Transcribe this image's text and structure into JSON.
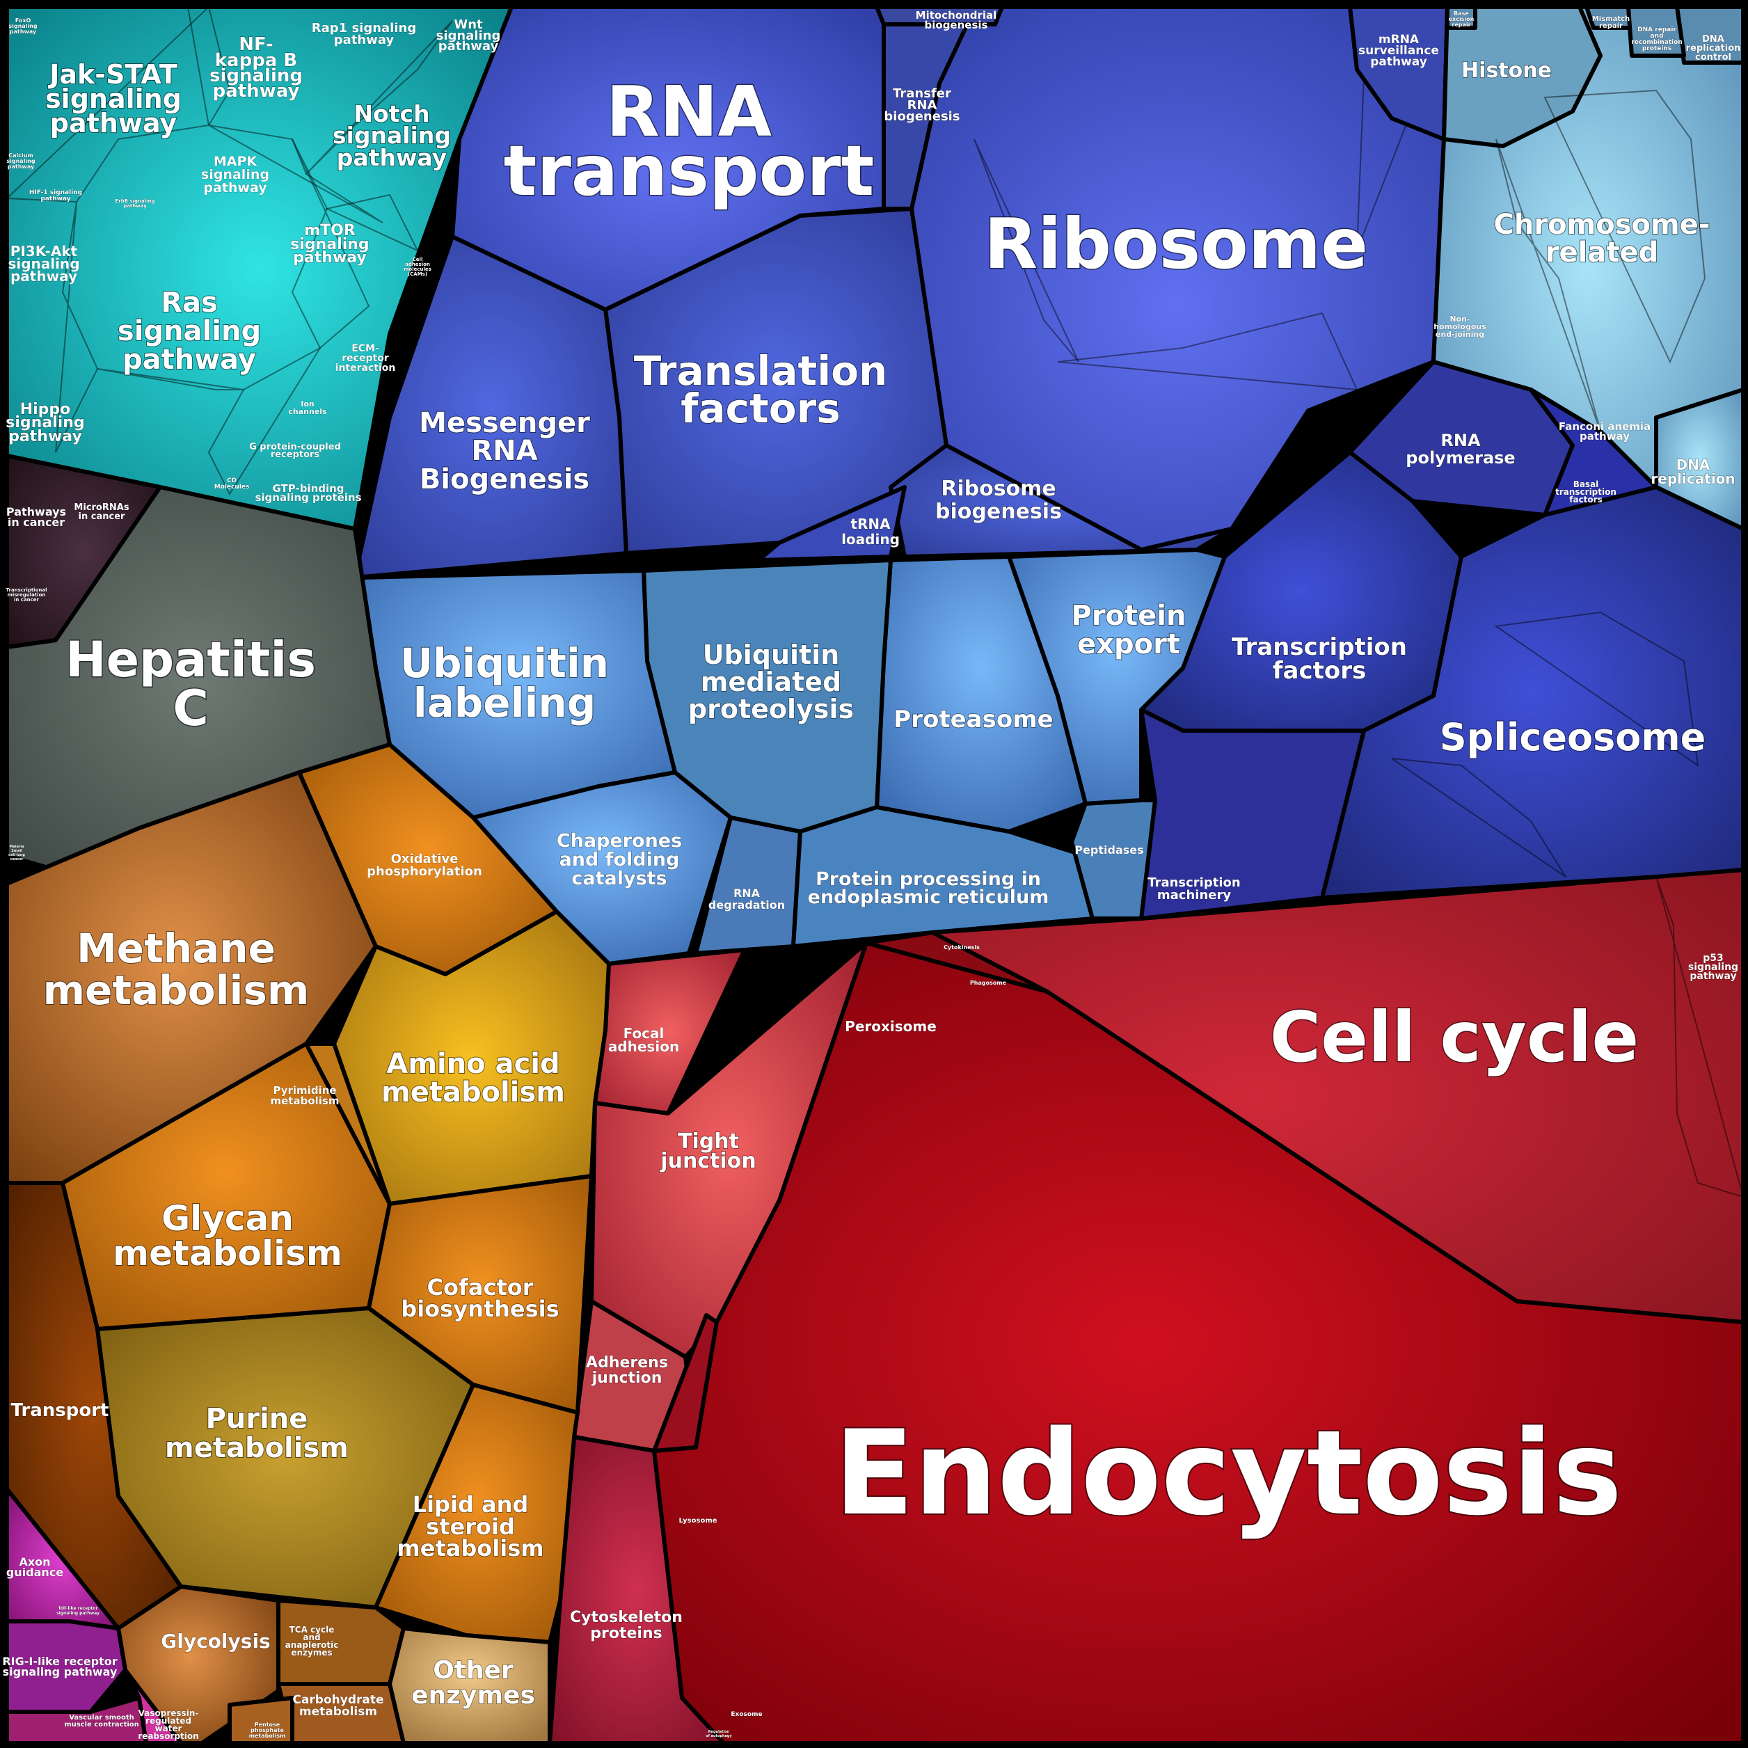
{
  "labels": {
    "endocytosis": "Endocytosis",
    "cell_cycle": "Cell cycle",
    "ribosome": "Ribosome",
    "rna_transport": [
      "RNA",
      "transport"
    ],
    "translation_factors": [
      "Translation",
      "factors"
    ],
    "messenger_rna": [
      "Messenger",
      "RNA",
      "Biogenesis"
    ],
    "ribosome_biogenesis": [
      "Ribosome",
      "biogenesis"
    ],
    "trna_loading": [
      "tRNA",
      "loading"
    ],
    "transfer_rna": [
      "Transfer",
      "RNA",
      "biogenesis"
    ],
    "mitochondrial_biogenesis": [
      "Mitochondrial",
      "biogenesis"
    ],
    "mrna_surveillance": [
      "mRNA",
      "surveillance",
      "pathway"
    ],
    "histone": "Histone",
    "chromosome_related": [
      "Chromosome-",
      "related"
    ],
    "fanconi": [
      "Fanconi anemia",
      "pathway"
    ],
    "dna_replication": [
      "DNA",
      "replication"
    ],
    "dna_replication_control": [
      "DNA",
      "replication",
      "control"
    ],
    "mismatch_repair": [
      "Mismatch",
      "repair"
    ],
    "dna_repair": [
      "DNA repair",
      "and",
      "recombination",
      "proteins"
    ],
    "base_excision": [
      "Base",
      "excision",
      "repair"
    ],
    "non_homologous": [
      "Non-",
      "homologous",
      "end-joining"
    ],
    "rna_polymerase": [
      "RNA",
      "polymerase"
    ],
    "basal_tf": [
      "Basal",
      "transcription",
      "factors"
    ],
    "transcription_factors": [
      "Transcription",
      "factors"
    ],
    "spliceosome": "Spliceosome",
    "transcription_machinery": [
      "Transcription",
      "machinery"
    ],
    "protein_export": [
      "Protein",
      "export"
    ],
    "proteasome": "Proteasome",
    "ubiquitin_mediated": [
      "Ubiquitin",
      "mediated",
      "proteolysis"
    ],
    "ubiquitin_labeling": [
      "Ubiquitin",
      "labeling"
    ],
    "chaperones": [
      "Chaperones",
      "and folding",
      "catalysts"
    ],
    "rna_degradation": [
      "RNA",
      "degradation"
    ],
    "protein_processing": [
      "Protein processing in",
      "endoplasmic reticulum"
    ],
    "peptidases": "Peptidases",
    "jak_stat": [
      "Jak-STAT",
      "signaling",
      "pathway"
    ],
    "nfkb": [
      "NF-",
      "kappa B",
      "signaling",
      "pathway"
    ],
    "rap1": [
      "Rap1 signaling",
      "pathway"
    ],
    "wnt": [
      "Wnt",
      "signaling",
      "pathway"
    ],
    "notch": [
      "Notch",
      "signaling",
      "pathway"
    ],
    "mapk": [
      "MAPK",
      "signaling",
      "pathway"
    ],
    "mtor": [
      "mTOR",
      "signaling",
      "pathway"
    ],
    "pi3k": [
      "PI3K-Akt",
      "signaling",
      "pathway"
    ],
    "ras": [
      "Ras",
      "signaling",
      "pathway"
    ],
    "hippo": [
      "Hippo",
      "signaling",
      "pathway"
    ],
    "ecm": [
      "ECM-",
      "receptor",
      "interaction"
    ],
    "ion_channels": [
      "Ion",
      "channels"
    ],
    "gpcr": [
      "G protein-coupled",
      "receptors"
    ],
    "gtp_binding": [
      "GTP-binding",
      "signaling proteins"
    ],
    "cd_molecules": [
      "CD",
      "Molecules"
    ],
    "cell_adhesion": [
      "Cell",
      "adhesion",
      "molecules",
      "(CAMs)"
    ],
    "foxo": [
      "FoxO",
      "signaling",
      "pathway"
    ],
    "calcium": [
      "Calcium",
      "signaling",
      "pathway"
    ],
    "hif1": [
      "HIF-1 signaling",
      "pathway"
    ],
    "erbb": [
      "ErbB signaling",
      "pathway"
    ],
    "pathways_in_cancer": [
      "Pathways",
      "in cancer"
    ],
    "micrornas": [
      "MicroRNAs",
      "in cancer"
    ],
    "transcriptional_misreg": [
      "Transcriptional",
      "misregulation",
      "in cancer"
    ],
    "hepatitis_c": [
      "Hepatitis",
      "C"
    ],
    "malaria": [
      "Malaria",
      "Small",
      "cell lung",
      "cancer"
    ],
    "methane": [
      "Methane",
      "metabolism"
    ],
    "oxidative": [
      "Oxidative",
      "phosphorylation"
    ],
    "amino_acid": [
      "Amino acid",
      "metabolism"
    ],
    "pyrimidine": [
      "Pyrimidine",
      "metabolism"
    ],
    "glycan": [
      "Glycan",
      "metabolism"
    ],
    "cofactor": [
      "Cofactor",
      "biosynthesis"
    ],
    "purine": [
      "Purine",
      "metabolism"
    ],
    "lipid": [
      "Lipid and",
      "steroid",
      "metabolism"
    ],
    "transport": "Transport",
    "glycolysis": "Glycolysis",
    "tca": [
      "TCA cycle",
      "and",
      "anaplerotic",
      "enzymes"
    ],
    "carbohydrate": [
      "Carbohydrate",
      "metabolism"
    ],
    "pentose": [
      "Pentose",
      "phosphate",
      "metabolism"
    ],
    "other_enzymes": [
      "Other",
      "enzymes"
    ],
    "axon_guidance": [
      "Axon",
      "guidance"
    ],
    "rig_i": [
      "RIG-I-like receptor",
      "signaling pathway"
    ],
    "toll_like": [
      "Toll-like receptor",
      "signaling pathway"
    ],
    "vascular": [
      "Vascular smooth",
      "muscle contraction"
    ],
    "vasopressin": [
      "Vasopressin-",
      "regulated",
      "water",
      "reabsorption"
    ],
    "focal_adhesion": [
      "Focal",
      "adhesion"
    ],
    "tight_junction": [
      "Tight",
      "junction"
    ],
    "adherens_junction": [
      "Adherens",
      "junction"
    ],
    "cytoskeleton": [
      "Cytoskeleton",
      "proteins"
    ],
    "peroxisome": "Peroxisome",
    "cytokinesis": "Cytokinesis",
    "phagosome": "Phagosome",
    "lysosome": "Lysosome",
    "exosome": "Exosome",
    "p53": [
      "p53",
      "signaling",
      "pathway"
    ],
    "regulation_autophagy": [
      "Regulation",
      "of autophagy"
    ]
  },
  "colors": {
    "red_main": "#b0101a",
    "red_light": "#e05050",
    "crimson": "#c42040",
    "blue_main": "#4658c8",
    "blue_light": "#6a8ce8",
    "steel": "#5a8cc8",
    "navy": "#2e3a9e",
    "lightblue": "#80c4e0",
    "teal": "#18b4b8",
    "gray": "#5a6660",
    "brown": "#b06830",
    "gold": "#d09018",
    "orange": "#d07818",
    "olive": "#a08020",
    "tan": "#c8a060",
    "magenta": "#b020a0",
    "darkred": "#301820"
  }
}
